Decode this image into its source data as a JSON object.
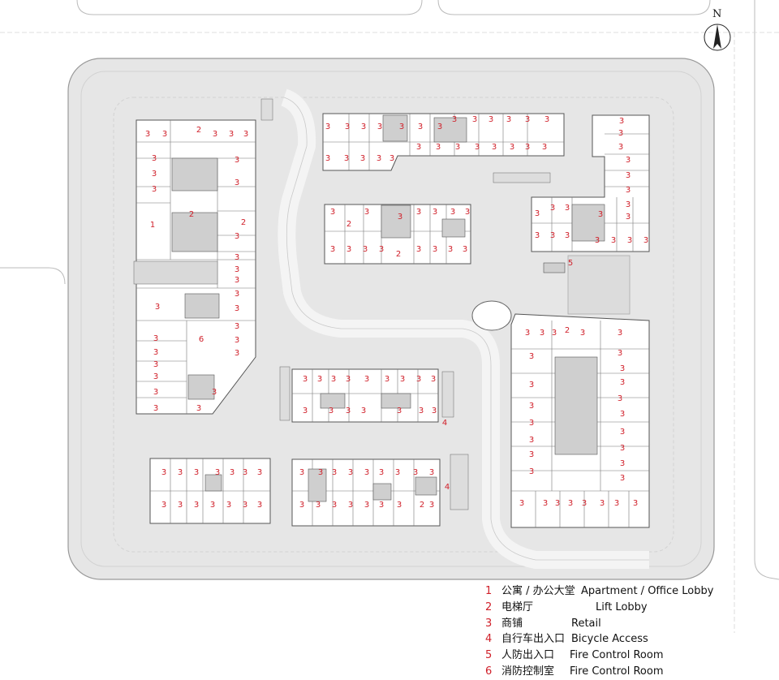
{
  "north_label": "N",
  "legend": [
    {
      "num": "1",
      "zh": "公寓 / 办公大堂",
      "en": "Apartment / Office Lobby"
    },
    {
      "num": "2",
      "zh": "电梯厅",
      "en": "Lift Lobby"
    },
    {
      "num": "3",
      "zh": "商铺",
      "en": "Retail"
    },
    {
      "num": "4",
      "zh": "自行车出入口",
      "en": "Bicycle Access"
    },
    {
      "num": "5",
      "zh": "人防出入口",
      "en": "Fire Control Room"
    },
    {
      "num": "6",
      "zh": "消防控制室",
      "en": "Fire Control Room"
    }
  ],
  "colors": {
    "site_fill": "#e9e9e9",
    "building_fill": "#ffffff",
    "line": "#555555",
    "label_red": "#d0202a",
    "grid_line": "#cccccc"
  },
  "room_labels": [
    {
      "text": "3"
    },
    {
      "text": "2"
    },
    {
      "text": "1"
    },
    {
      "text": "6"
    },
    {
      "text": "4"
    },
    {
      "text": "5"
    }
  ]
}
